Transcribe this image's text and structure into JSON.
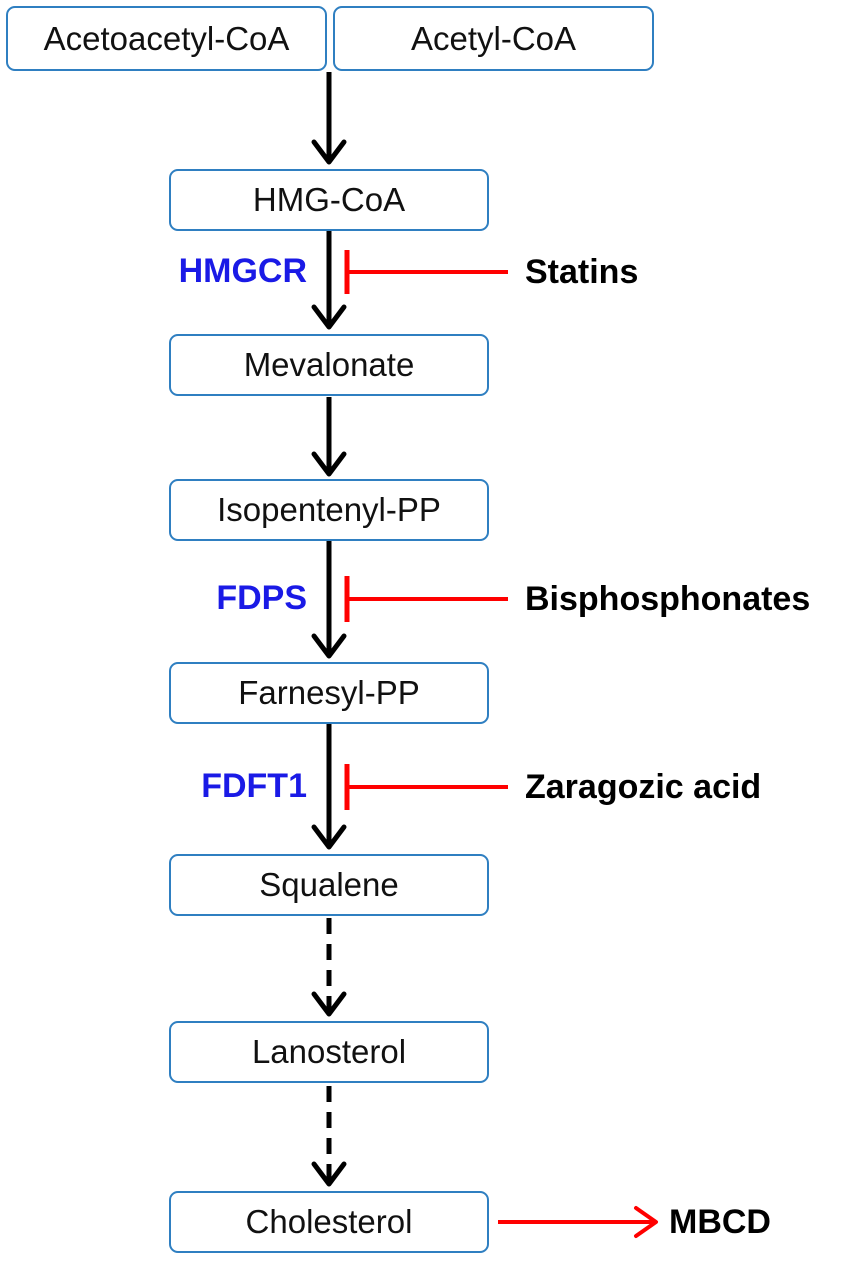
{
  "nodes": {
    "acetoacetyl_coa": "Acetoacetyl-CoA",
    "acetyl_coa": "Acetyl-CoA",
    "hmg_coa": "HMG-CoA",
    "mevalonate": "Mevalonate",
    "isopentenyl_pp": "Isopentenyl-PP",
    "farnesyl_pp": "Farnesyl-PP",
    "squalene": "Squalene",
    "lanosterol": "Lanosterol",
    "cholesterol": "Cholesterol"
  },
  "enzymes": {
    "hmgcr": "HMGCR",
    "fdps": "FDPS",
    "fdft1": "FDFT1"
  },
  "inhibitors": {
    "statins": "Statins",
    "bisphosphonates": "Bisphosphonates",
    "zaragozic_acid": "Zaragozic acid"
  },
  "depleting_agent": "MBCD",
  "colors": {
    "box_border": "#2f7fc1",
    "enzyme_text": "#1a1ae6",
    "inhibition": "#ff0000",
    "flow_arrow": "#000000"
  }
}
